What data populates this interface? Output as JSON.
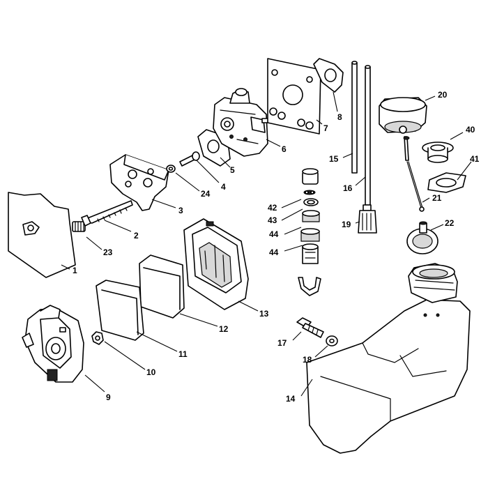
{
  "parts": [
    {
      "number": "1"
    },
    {
      "number": "2"
    },
    {
      "number": "3"
    },
    {
      "number": "4"
    },
    {
      "number": "5"
    },
    {
      "number": "6"
    },
    {
      "number": "7"
    },
    {
      "number": "8"
    },
    {
      "number": "9"
    },
    {
      "number": "10"
    },
    {
      "number": "11"
    },
    {
      "number": "12"
    },
    {
      "number": "13"
    },
    {
      "number": "14"
    },
    {
      "number": "15"
    },
    {
      "number": "16"
    },
    {
      "number": "17"
    },
    {
      "number": "18"
    },
    {
      "number": "19"
    },
    {
      "number": "20"
    },
    {
      "number": "21"
    },
    {
      "number": "22"
    },
    {
      "number": "23"
    },
    {
      "number": "24"
    },
    {
      "number": "40"
    },
    {
      "number": "41"
    },
    {
      "number": "42"
    },
    {
      "number": "43"
    },
    {
      "number": "44"
    },
    {
      "number": "44"
    }
  ],
  "colors": {
    "line": "#000000",
    "background": "#ffffff"
  }
}
